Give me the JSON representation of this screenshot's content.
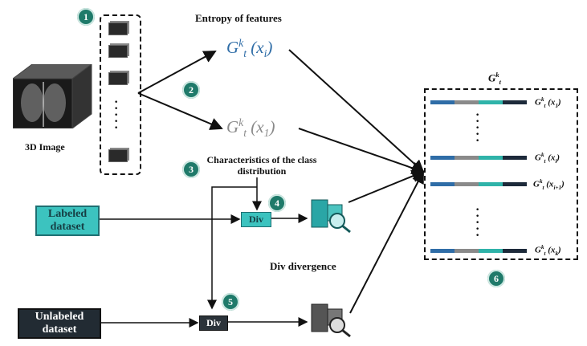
{
  "title": "Entropy of features",
  "image_label": "3D Image",
  "badges": [
    "1",
    "2",
    "3",
    "4",
    "5",
    "6"
  ],
  "formulas": {
    "g_xi": {
      "base": "G",
      "sup": "k",
      "sub": "t",
      "arg": "(x",
      "arg_sub": "i",
      "close": ")"
    },
    "g_x1": {
      "base": "G",
      "sup": "k",
      "sub": "t",
      "arg": "(x",
      "arg_sub": "1",
      "close": ")"
    },
    "matrix_header": {
      "base": "G",
      "sup": "k",
      "sub": "t"
    }
  },
  "class_distribution": "Characteristics of the class distribution",
  "labeled_dataset": "Labeled dataset",
  "unlabeled_dataset": "Unlabeled dataset",
  "div_label": "Div",
  "div_divergence": "Div divergence",
  "matrix_rows": [
    {
      "arg_sub": "1",
      "text": "(x",
      "sub": "1",
      "close": ")"
    },
    {
      "arg_sub": "i",
      "text": "(x",
      "sub": "i",
      "close": ")"
    },
    {
      "arg_sub": "i+1",
      "text": "(x",
      "sub": "i+1",
      "close": ")"
    },
    {
      "arg_sub": "k",
      "text": "(x",
      "sub": "k",
      "close": ")"
    }
  ],
  "colors": {
    "teal": "#3cc3bf",
    "dark": "#222b33",
    "badge": "#1f7a6a",
    "bar_blue": "#2f6da7",
    "bar_gray": "#8a8a8a",
    "bar_teal": "#2fb3a9",
    "bar_navy": "#1d2a3a"
  },
  "icons": [
    "ct-volume-icon",
    "slice-icon",
    "computer-search-icon"
  ]
}
